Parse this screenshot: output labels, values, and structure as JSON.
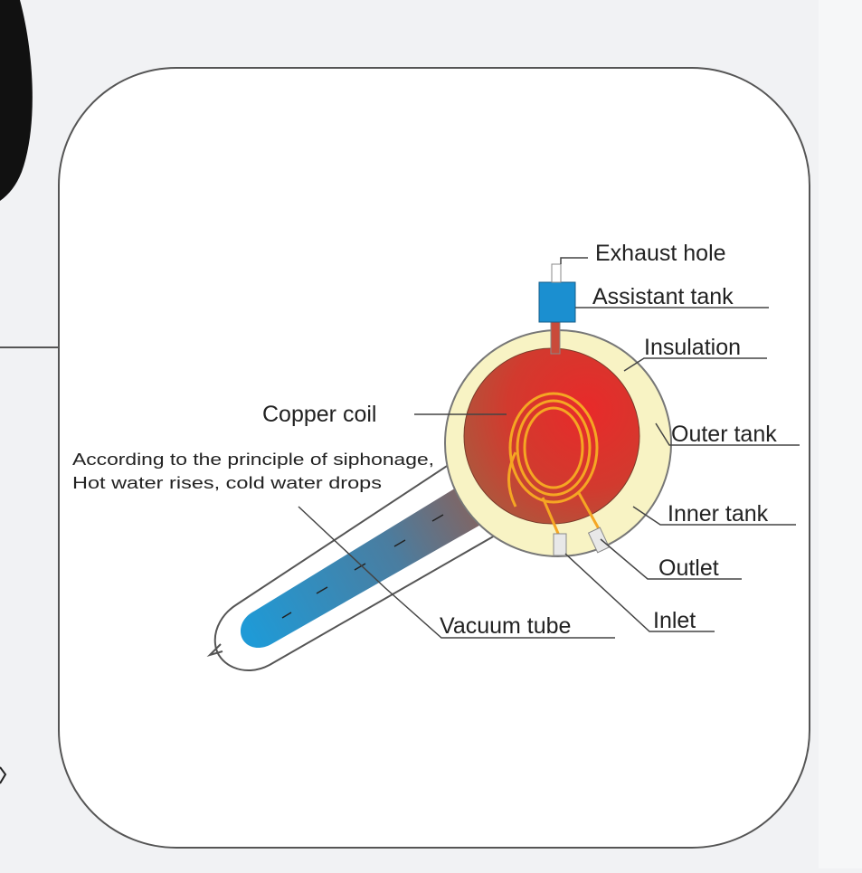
{
  "diagram": {
    "labels": {
      "exhaust_hole": "Exhaust hole",
      "assistant_tank": "Assistant tank",
      "insulation": "Insulation",
      "copper_coil": "Copper coil",
      "outer_tank": "Outer tank",
      "inner_tank": "Inner tank",
      "outlet": "Outlet",
      "inlet": "Inlet",
      "vacuum_tube": "Vacuum tube"
    },
    "note": {
      "line1": "According to the principle of siphonage,",
      "line2": "Hot water rises, cold water drops"
    }
  },
  "colors": {
    "page_background": "#f1f2f4",
    "card_background": "#ffffff",
    "card_border": "#555555",
    "insulation": "#f8f3c4",
    "inner_tank_hot": "#e3262a",
    "inner_tank_warm": "#c04a35",
    "coil": "#f5a623",
    "assistant_tank": "#1b8fd0",
    "tube_cold": "#1f9ad6",
    "tube_warm": "#8a5a48"
  }
}
